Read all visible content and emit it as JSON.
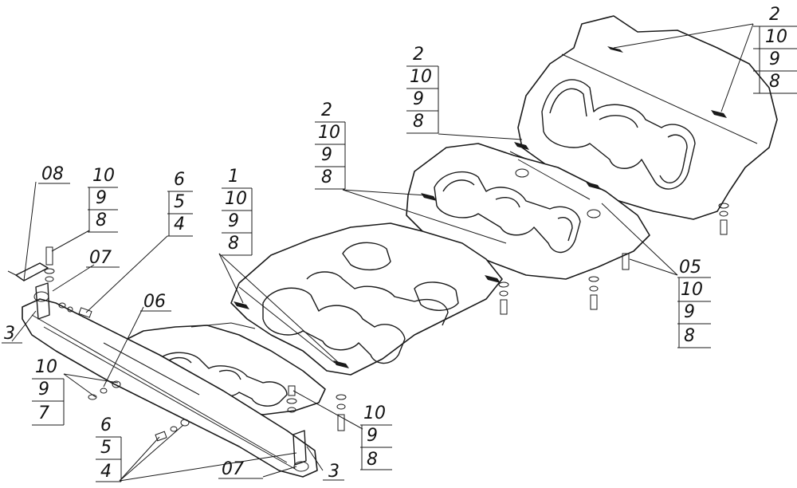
{
  "callouts": [
    {
      "id": "c-top-right",
      "labels": [
        "2",
        "10",
        "9",
        "8"
      ]
    },
    {
      "id": "c-mid-upper",
      "labels": [
        "2",
        "10",
        "9",
        "8"
      ]
    },
    {
      "id": "c-mid",
      "labels": [
        "2",
        "10",
        "9",
        "8"
      ]
    },
    {
      "id": "c-center",
      "labels": [
        "1",
        "10",
        "9",
        "8"
      ]
    },
    {
      "id": "c-left-bolt",
      "labels": [
        "10",
        "9",
        "8"
      ]
    },
    {
      "id": "c-left-upper",
      "labels": [
        "6",
        "5",
        "4"
      ]
    },
    {
      "id": "c-right",
      "labels": [
        "05",
        "10",
        "9",
        "8"
      ]
    },
    {
      "id": "c-bottom-left-a",
      "labels": [
        "10",
        "9",
        "7"
      ]
    },
    {
      "id": "c-bottom-left-b",
      "labels": [
        "6",
        "5",
        "4"
      ]
    },
    {
      "id": "c-bottom-center",
      "labels": [
        "10",
        "9",
        "8"
      ]
    }
  ],
  "single_labels": {
    "part_08": "08",
    "part_07_top": "07",
    "part_06": "06",
    "part_3_left": "3",
    "part_07_bottom": "07",
    "part_3_bottom": "3"
  }
}
